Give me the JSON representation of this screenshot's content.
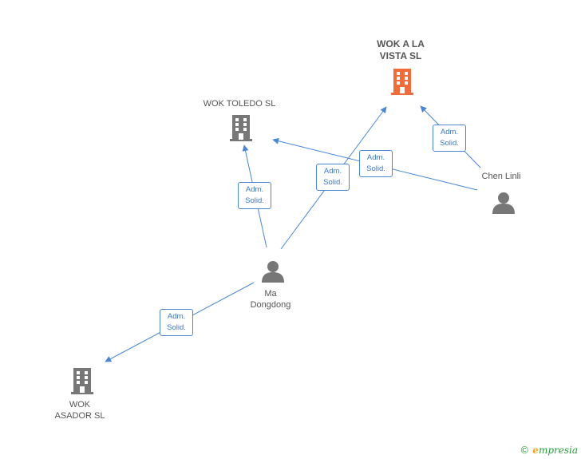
{
  "nodes": {
    "wok_a_la_vista": {
      "label": "WOK A LA\nVISTA SL",
      "type": "company",
      "highlight": true
    },
    "wok_toledo": {
      "label": "WOK TOLEDO SL",
      "type": "company"
    },
    "chen_linli": {
      "label": "Chen Linli",
      "type": "person"
    },
    "ma_dongdong": {
      "label": "Ma\nDongdong",
      "type": "person"
    },
    "wok_asador": {
      "label": "WOK\nASADOR  SL",
      "type": "company"
    }
  },
  "edges": [
    {
      "line1": "Adm.",
      "line2": "Solid."
    },
    {
      "line1": "Adm.",
      "line2": "Solid."
    },
    {
      "line1": "Adm.",
      "line2": "Solid."
    },
    {
      "line1": "Adm.",
      "line2": "Solid."
    },
    {
      "line1": "Adm.",
      "line2": "Solid."
    }
  ],
  "colors": {
    "edge": "#4a86d4",
    "company": "#777777",
    "company_highlight": "#f26b3a",
    "person": "#777777"
  },
  "footer": {
    "copyright": "©",
    "brand_initial": "e",
    "brand_rest": "mpresia"
  }
}
